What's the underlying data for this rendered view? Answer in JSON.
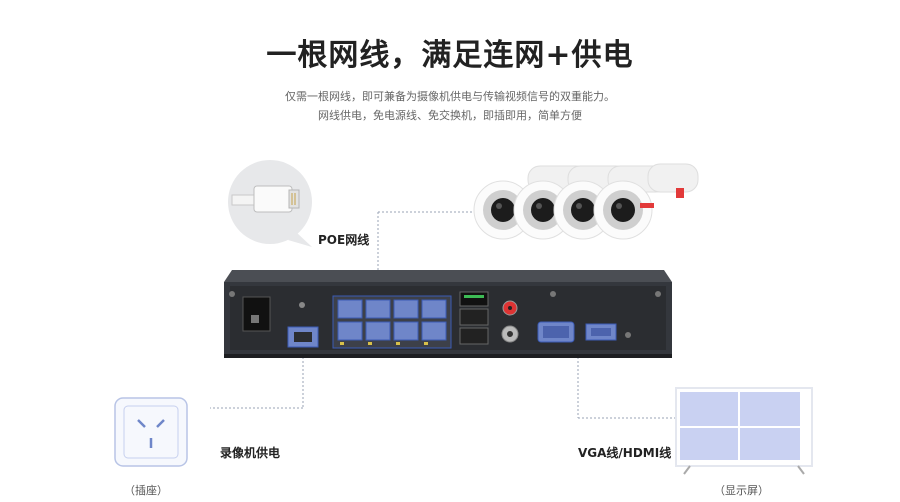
{
  "title": "一根网线，满足连网+供电",
  "description": {
    "line1": "仅需一根网线，即可兼备为摄像机供电与传输视频信号的双重能力。",
    "line2": "网线供电，免电源线、免交换机，即插即用，简单方便"
  },
  "labels": {
    "poe": "POE网线",
    "recorder_power": "录像机供电",
    "vga_hdmi": "VGA线/HDMI线",
    "outlet": "（插座）",
    "monitor": "（显示屏）"
  },
  "colors": {
    "accent_blue": "#3b5bb5",
    "port_blue": "#6f86c9",
    "dvr_body": "#34373d",
    "camera_red": "#e23a3a",
    "screen_blue": "#c9d1f2"
  },
  "icons": [
    "ethernet-plug-icon",
    "camera-icon",
    "power-outlet-icon",
    "monitor-icon",
    "power-switch-icon"
  ]
}
